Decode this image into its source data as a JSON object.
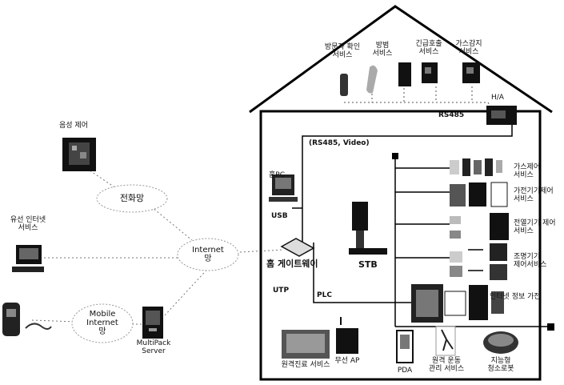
{
  "left_network": {
    "voice_control": "음성 제어",
    "phone_network": "전화망",
    "internet_cloud": [
      "Internet",
      "망"
    ],
    "wired_internet": [
      "유선 인터넷",
      "서비스"
    ],
    "mobile_internet": [
      "Mobile",
      "Internet",
      "망"
    ],
    "multipack_server": [
      "MultiPack",
      "Server"
    ]
  },
  "house": {
    "top_services": [
      [
        "방문자 확인",
        "서비스"
      ],
      [
        "방범",
        "서비스"
      ],
      [
        "긴급호출",
        "서비스"
      ],
      [
        "가스감지",
        "서비스"
      ]
    ],
    "rs485": "RS485",
    "ha": "H/A",
    "bus_label": "(RS485, Video)",
    "pc_label": "홈PC",
    "usb": "USB",
    "home_gateway": "홈 게이트웨이",
    "stb": "STB",
    "utp": "UTP",
    "plc": "PLC",
    "right_services": [
      [
        "가스제어",
        "서비스"
      ],
      [
        "가전기기제어",
        "서비스"
      ],
      [
        "전열기기 제어",
        "서비스"
      ],
      [
        "조명기기",
        "제어서비스"
      ]
    ],
    "internet_appliance": "인터넷 정보 가전",
    "bottom_services": [
      [
        "원격진료 서비스"
      ],
      [
        "무선 AP"
      ],
      [
        "PDA"
      ],
      [
        "원격 운동",
        "관리 서비스"
      ],
      [
        "지능형",
        "청소로봇"
      ]
    ]
  }
}
